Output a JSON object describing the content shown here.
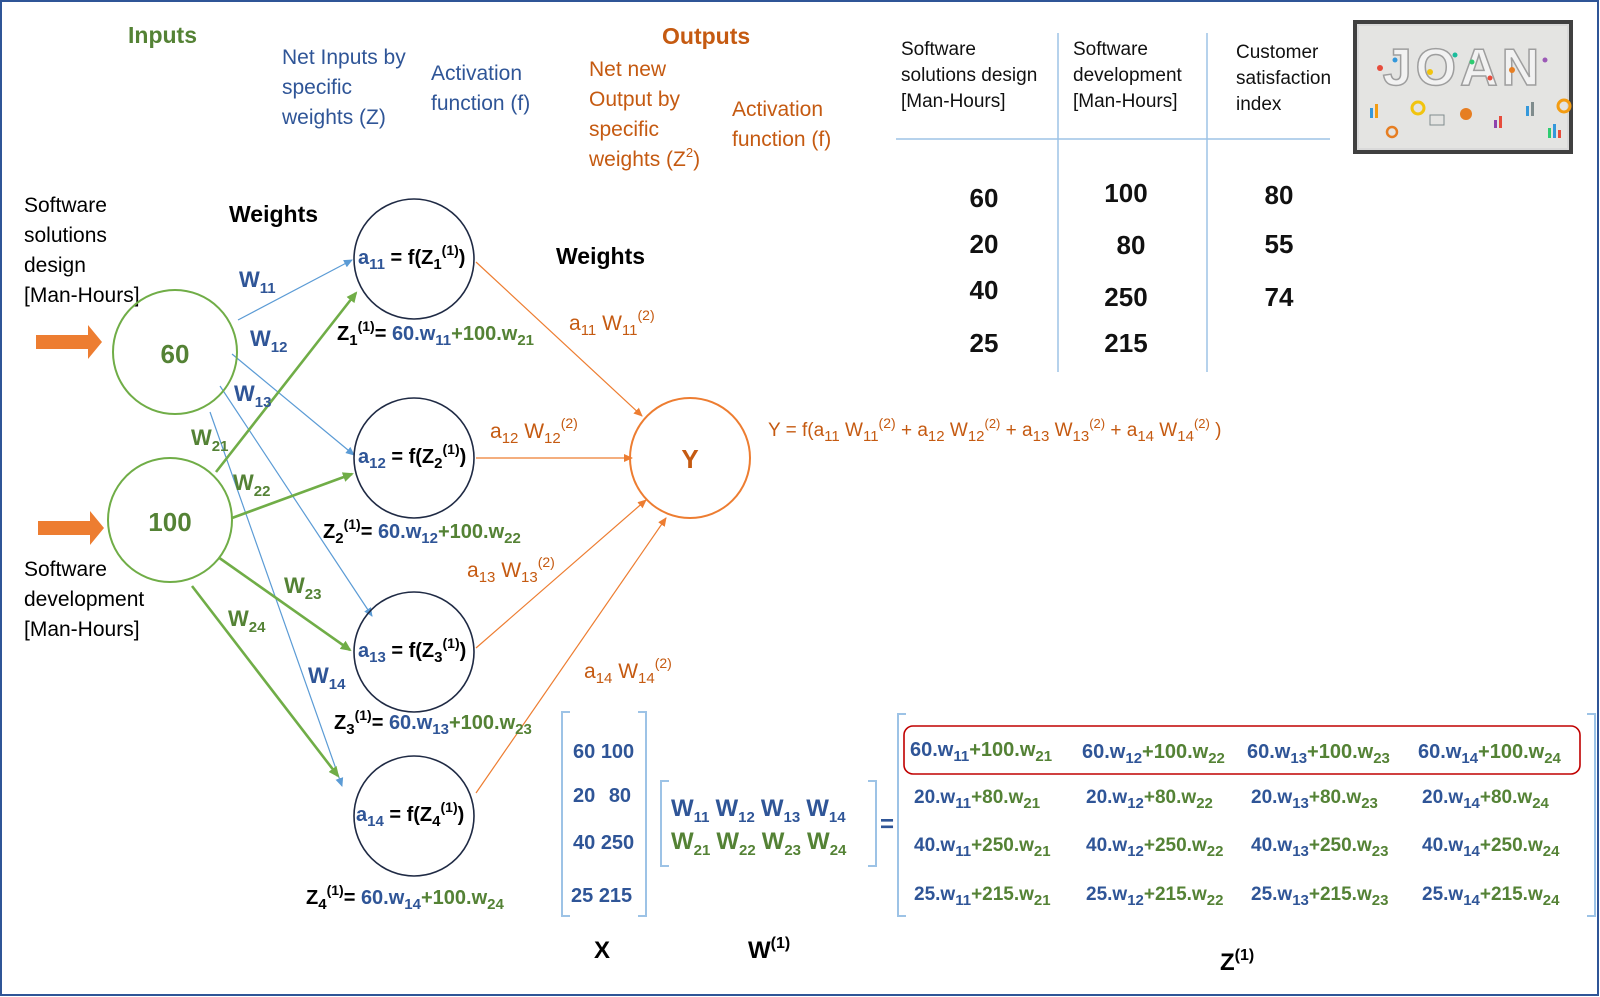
{
  "headers": {
    "inputs": "Inputs",
    "net_inputs": [
      "Net Inputs by",
      "specific",
      "weights (Z)"
    ],
    "activation_1": [
      "Activation",
      "function (f)"
    ],
    "outputs": "Outputs",
    "net_new_output": [
      "Net new",
      "Output by",
      "specific",
      "weights (Z",
      "2",
      ")"
    ],
    "activation_2": [
      "Activation",
      "function (f)"
    ],
    "weights_1": "Weights",
    "weights_2": "Weights"
  },
  "input_labels": {
    "top": [
      "Software",
      "solutions",
      "design",
      "[Man-Hours]"
    ],
    "bottom": [
      "Software",
      "development",
      "[Man-Hours]"
    ]
  },
  "input_nodes": [
    "60",
    "100"
  ],
  "output_node": "Y",
  "hidden_nodes": [
    {
      "a": "a",
      "a_sub": "11",
      "f": " = f(Z",
      "z_sub": "1",
      "z_sup": "(1)",
      "close": ")",
      "eq": {
        "z": "Z",
        "z_sub": "1",
        "z_sup": "(1)",
        "eq": "= ",
        "t1": "60.w",
        "t1_sub": "11",
        "t2": "+100.w",
        "t2_sub": "21"
      }
    },
    {
      "a": "a",
      "a_sub": "12",
      "f": " = f(Z",
      "z_sub": "2",
      "z_sup": "(1)",
      "close": ")",
      "eq": {
        "z": "Z",
        "z_sub": "2",
        "z_sup": "(1)",
        "eq": "= ",
        "t1": "60.w",
        "t1_sub": "12",
        "t2": "+100.w",
        "t2_sub": "22"
      }
    },
    {
      "a": "a",
      "a_sub": "13",
      "f": " = f(Z",
      "z_sub": "3",
      "z_sup": "(1)",
      "close": ")",
      "eq": {
        "z": "Z",
        "z_sub": "3",
        "z_sup": "(1)",
        "eq": "= ",
        "t1": "60.w",
        "t1_sub": "13",
        "t2": "+100.w",
        "t2_sub": "23"
      }
    },
    {
      "a": "a",
      "a_sub": "14",
      "f": " = f(Z",
      "z_sub": "4",
      "z_sup": "(1)",
      "close": ")",
      "eq": {
        "z": "Z",
        "z_sub": "4",
        "z_sup": "(1)",
        "eq": "= ",
        "t1": "60.w",
        "t1_sub": "14",
        "t2": "+100.w",
        "t2_sub": "24"
      }
    }
  ],
  "weight_labels": [
    {
      "w": "W",
      "sub": "11"
    },
    {
      "w": "W",
      "sub": "12"
    },
    {
      "w": "W",
      "sub": "13"
    },
    {
      "w": "W",
      "sub": "14"
    },
    {
      "w": "W",
      "sub": "21"
    },
    {
      "w": "W",
      "sub": "22"
    },
    {
      "w": "W",
      "sub": "23"
    },
    {
      "w": "W",
      "sub": "24"
    }
  ],
  "output_weights": [
    {
      "a": "a",
      "a_sub": "11",
      "w": " W",
      "w_sub": "11",
      "w_sup": "(2)"
    },
    {
      "a": "a",
      "a_sub": "12",
      "w": " W",
      "w_sub": "12",
      "w_sup": "(2)"
    },
    {
      "a": "a",
      "a_sub": "13",
      "w": " W",
      "w_sub": "13",
      "w_sup": "(2)"
    },
    {
      "a": "a",
      "a_sub": "14",
      "w": " W",
      "w_sub": "14",
      "w_sup": "(2)"
    }
  ],
  "output_formula": {
    "prefix": "Y = f(",
    "terms": [
      {
        "a": "a",
        "a_sub": "11",
        "w": " W",
        "w_sub": "11",
        "w_sup": "(2)",
        "join": " + "
      },
      {
        "a": "a",
        "a_sub": "12",
        "w": " W",
        "w_sub": "12",
        "w_sup": "(2)",
        "join": " + "
      },
      {
        "a": "a",
        "a_sub": "13",
        "w": " W",
        "w_sub": "13",
        "w_sup": "(2)",
        "join": " + "
      },
      {
        "a": "a",
        "a_sub": "14",
        "w": " W",
        "w_sub": "14",
        "w_sup": "(2)",
        "join": ""
      }
    ],
    "suffix": " )"
  },
  "table": {
    "headers": [
      [
        "Software",
        "solutions design",
        "[Man-Hours]"
      ],
      [
        "Software",
        "development",
        "[Man-Hours]"
      ],
      [
        "Customer",
        "satisfaction",
        "index"
      ]
    ],
    "columns": [
      [
        "60",
        "20",
        "40",
        "25"
      ],
      [
        "100",
        "80",
        "250",
        "215"
      ],
      [
        "80",
        "55",
        "74"
      ]
    ]
  },
  "logo_text": "JOAN",
  "matrix_x": {
    "rows": [
      [
        "60",
        "100"
      ],
      [
        "20",
        "80"
      ],
      [
        "40",
        "250"
      ],
      [
        "25",
        "215"
      ]
    ],
    "label": "X"
  },
  "matrix_w": {
    "row1": [
      {
        "w": "W",
        "sub": "11"
      },
      {
        "w": "W",
        "sub": "12"
      },
      {
        "w": "W",
        "sub": "13"
      },
      {
        "w": "W",
        "sub": "14"
      }
    ],
    "row2": [
      {
        "w": "W",
        "sub": "21"
      },
      {
        "w": "W",
        "sub": "22"
      },
      {
        "w": "W",
        "sub": "23"
      },
      {
        "w": "W",
        "sub": "24"
      }
    ],
    "label": "W",
    "label_sup": "(1)"
  },
  "equals": "=",
  "matrix_z": {
    "rows": [
      [
        {
          "a": "60.w",
          "as": "11",
          "b": "+100.w",
          "bs": "21"
        },
        {
          "a": "60.w",
          "as": "12",
          "b": "+100.w",
          "bs": "22"
        },
        {
          "a": "60.w",
          "as": "13",
          "b": "+100.w",
          "bs": "23"
        },
        {
          "a": "60.w",
          "as": "14",
          "b": "+100.w",
          "bs": "24"
        }
      ],
      [
        {
          "a": "20.w",
          "as": "11",
          "b": "+80.w",
          "bs": "21"
        },
        {
          "a": "20.w",
          "as": "12",
          "b": "+80.w",
          "bs": "22"
        },
        {
          "a": "20.w",
          "as": "13",
          "b": "+80.w",
          "bs": "23"
        },
        {
          "a": "20.w",
          "as": "14",
          "b": "+80.w",
          "bs": "24"
        }
      ],
      [
        {
          "a": "40.w",
          "as": "11",
          "b": "+250.w",
          "bs": "21"
        },
        {
          "a": "40.w",
          "as": "12",
          "b": "+250.w",
          "bs": "22"
        },
        {
          "a": "40.w",
          "as": "13",
          "b": "+250.w",
          "bs": "23"
        },
        {
          "a": "40.w",
          "as": "14",
          "b": "+250.w",
          "bs": "24"
        }
      ],
      [
        {
          "a": "25.w",
          "as": "11",
          "b": "+215.w",
          "bs": "21"
        },
        {
          "a": "25.w",
          "as": "12",
          "b": "+215.w",
          "bs": "22"
        },
        {
          "a": "25.w",
          "as": "13",
          "b": "+215.w",
          "bs": "23"
        },
        {
          "a": "25.w",
          "as": "14",
          "b": "+215.w",
          "bs": "24"
        }
      ]
    ],
    "label": "Z",
    "label_sup": "(1)"
  },
  "colors": {
    "blue": "#2f5597",
    "green": "#548235",
    "orange": "#c55a11",
    "input_arrow": "#ed7d31",
    "highlight_box": "#c00000"
  }
}
